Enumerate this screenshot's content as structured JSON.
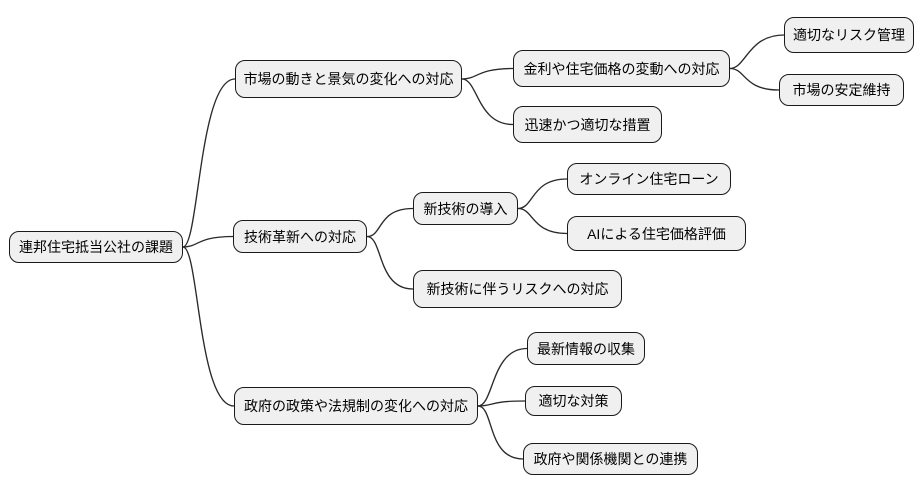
{
  "diagram": {
    "type": "mindmap",
    "colors": {
      "background": "#ffffff",
      "node_fill": "#f0f0f0",
      "node_border": "#1a1a1a",
      "link": "#2a2a2a",
      "text": "#000000"
    },
    "root": {
      "label": "連邦住宅抵当公社の課題",
      "children": [
        {
          "label": "市場の動きと景気の変化への対応",
          "children": [
            {
              "label": "金利や住宅価格の変動への対応",
              "children": [
                {
                  "label": "適切なリスク管理",
                  "children": []
                },
                {
                  "label": "市場の安定維持",
                  "children": []
                }
              ]
            },
            {
              "label": "迅速かつ適切な措置",
              "children": []
            }
          ]
        },
        {
          "label": "技術革新への対応",
          "children": [
            {
              "label": "新技術の導入",
              "children": [
                {
                  "label": "オンライン住宅ローン",
                  "children": []
                },
                {
                  "label": "AIによる住宅価格評価",
                  "children": []
                }
              ]
            },
            {
              "label": "新技術に伴うリスクへの対応",
              "children": []
            }
          ]
        },
        {
          "label": "政府の政策や法規制の変化への対応",
          "children": [
            {
              "label": "最新情報の収集",
              "children": []
            },
            {
              "label": "適切な対策",
              "children": []
            },
            {
              "label": "政府や関係機関との連携",
              "children": []
            }
          ]
        }
      ]
    }
  }
}
